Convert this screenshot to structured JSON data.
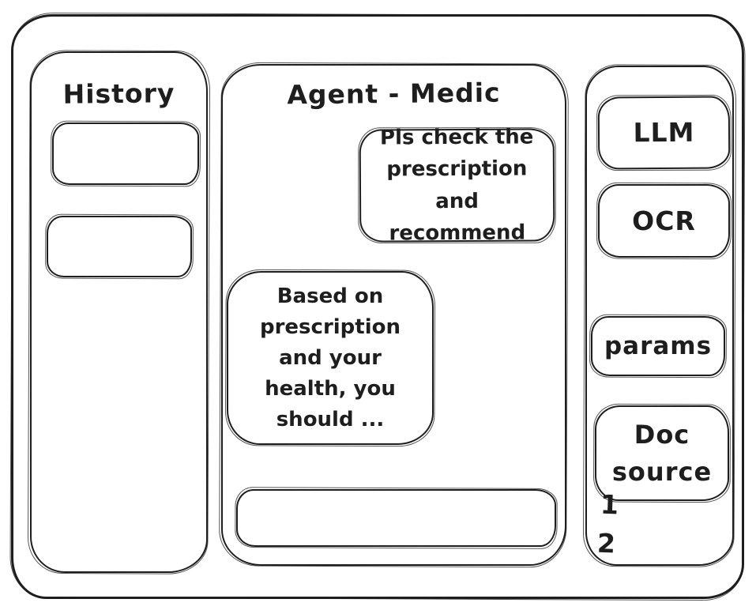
{
  "app": {
    "style": "hand-drawn wireframe",
    "ink_color": "#1e1e1e",
    "background_color": "#ffffff"
  },
  "sidebar_left": {
    "title": "History",
    "items": [
      {
        "label": ""
      },
      {
        "label": ""
      }
    ]
  },
  "chat": {
    "title": "Agent - Medic",
    "messages": [
      {
        "role": "user",
        "text": "Pls check the prescription and recommend"
      },
      {
        "role": "assistant",
        "text": "Based on prescription and your health, you should ..."
      }
    ],
    "input": {
      "value": "",
      "placeholder": ""
    }
  },
  "sidebar_right": {
    "buttons": [
      {
        "label": "LLM"
      },
      {
        "label": "OCR"
      },
      {
        "label": "params"
      },
      {
        "label": "Doc source"
      }
    ],
    "doc_list": [
      "1",
      "2"
    ]
  }
}
